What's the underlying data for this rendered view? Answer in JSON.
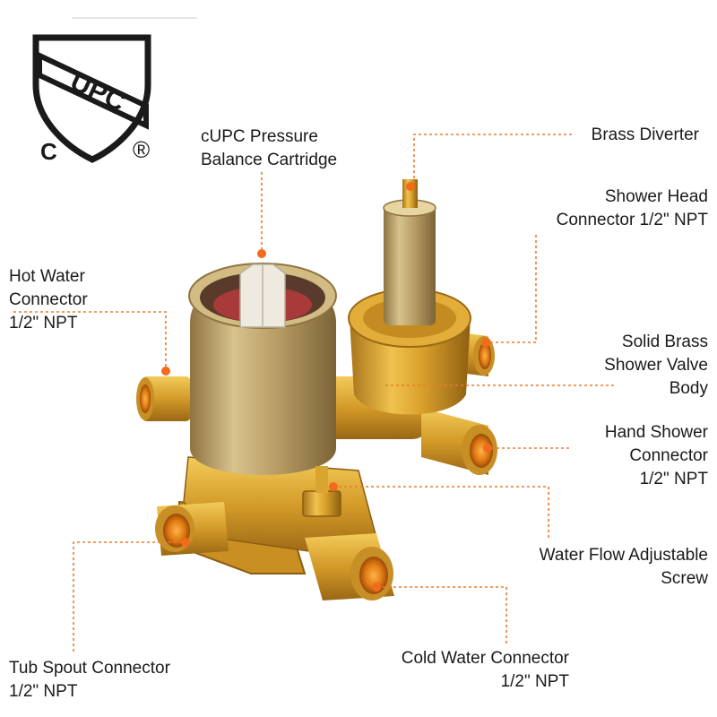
{
  "logo": {
    "name": "cUPC certification mark",
    "text_upc": "UPC",
    "text_c": "C",
    "text_r": "®"
  },
  "colors": {
    "leader_line": "#f07a2a",
    "dot": "#f26b1d",
    "brass": "#d9a531",
    "brushed_gold": "#c9ad6e",
    "text": "#1a1a1a"
  },
  "labels": {
    "cartridge": [
      "cUPC Pressure",
      "Balance Cartridge"
    ],
    "diverter": [
      "Brass Diverter"
    ],
    "shower_head": [
      "Shower Head",
      "Connector 1/2\" NPT"
    ],
    "hot_water": [
      "Hot Water",
      "Connector",
      "1/2\" NPT"
    ],
    "valve_body": [
      "Solid Brass",
      "Shower Valve",
      "Body"
    ],
    "hand_shower": [
      "Hand Shower",
      "Connector",
      "1/2\" NPT"
    ],
    "adjust_screw": [
      "Water Flow Adjustable",
      "Screw"
    ],
    "tub_spout": [
      "Tub Spout Connector",
      "1/2\" NPT"
    ],
    "cold_water": [
      "Cold Water Connector",
      "1/2\" NPT"
    ]
  }
}
